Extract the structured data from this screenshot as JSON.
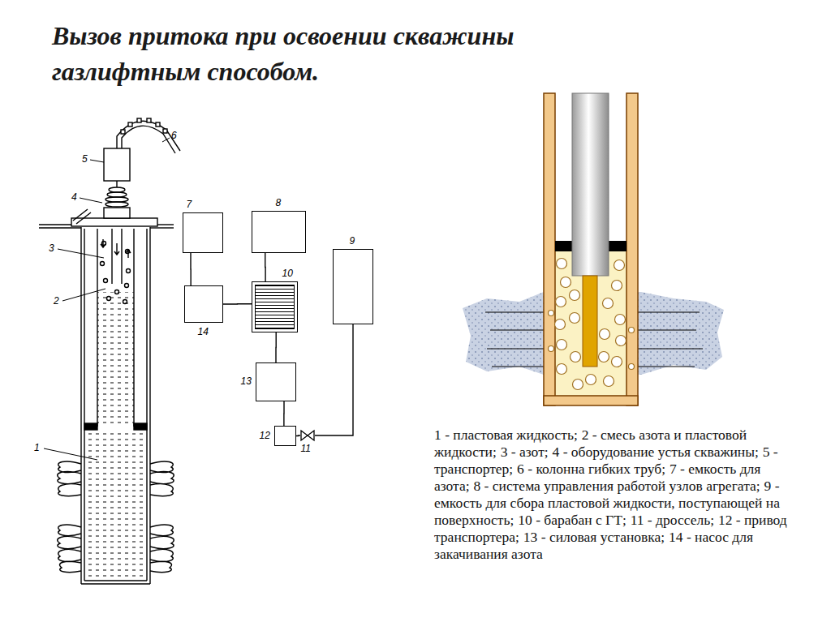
{
  "diagram": {
    "title": "Вызов притока при освоении скважины газлифтным способом.",
    "nodes": [
      {
        "text": [
          "7"
        ]
      },
      {
        "text": [
          "8"
        ]
      },
      {
        "text": [
          "9"
        ]
      },
      {
        "text": [
          "10"
        ]
      },
      {
        "text": [
          "14"
        ]
      },
      {
        "text": [
          "13"
        ]
      },
      {
        "text": [
          "12"
        ]
      },
      {
        "text": [
          "11"
        ]
      }
    ],
    "edges": [
      {
        "from": 0,
        "to": 4,
        "arrow": "none"
      },
      {
        "from": 1,
        "to": 3,
        "arrow": "none"
      },
      {
        "from": 4,
        "to": 3,
        "arrow": "none"
      },
      {
        "from": 3,
        "to": 5,
        "arrow": "none"
      },
      {
        "from": 5,
        "to": 6,
        "arrow": "none"
      },
      {
        "from": 6,
        "to": 7,
        "arrow": "none"
      },
      {
        "from": 7,
        "to": 2,
        "arrow": "none"
      }
    ],
    "labels": [
      "5",
      "6",
      "4",
      "3",
      "2",
      "1",
      "1 - пластовая жидкость;",
      "2 - смесь азота и пластовой жидкости;",
      "3 - азот;",
      "4 - оборудование устья скважины;",
      "5 - транспортер;",
      "6 - колонна гибких труб;",
      "7 - емкость для азота;",
      "8 - система управления работой узлов агрегата;",
      "9 - емкость для сбора пластовой жидкости, поступающей на поверхность;",
      "10 - барабан с ГТ;",
      "11 - дроссель;",
      "12 - привод транспортера;",
      "13 - силовая установка;",
      "14 - насос для закачивания азота"
    ]
  }
}
